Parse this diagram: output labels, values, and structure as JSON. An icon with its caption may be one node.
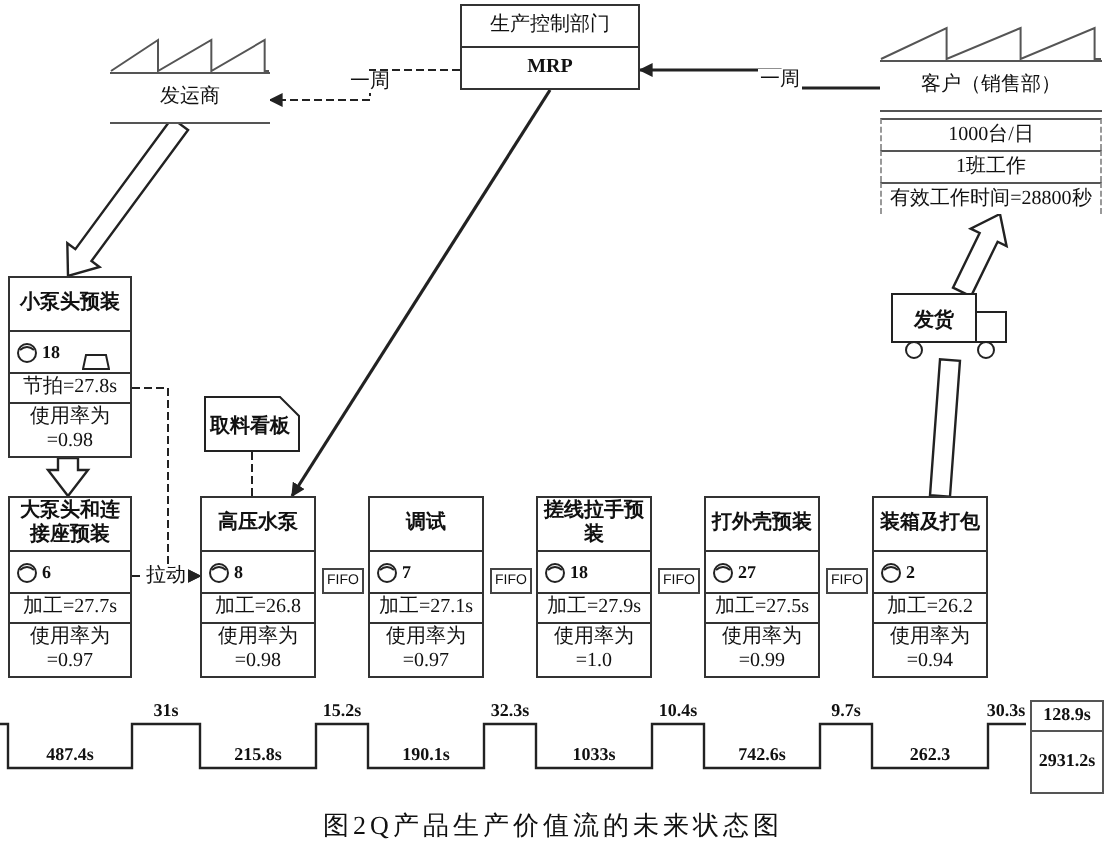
{
  "diagram": {
    "caption": "图2Q产品生产价值流的未来状态图",
    "nodes": [
      {
        "text": [
          "生产控制部门",
          "MRP"
        ]
      },
      {
        "text": [
          "发运商"
        ]
      },
      {
        "text": [
          "客户（销售部）",
          "1000台/日",
          "1班工作",
          "有效工作时间=28800秒"
        ]
      },
      {
        "text": [
          "发货"
        ]
      },
      {
        "text": [
          "小泵头预装",
          "18",
          "节拍=27.8s",
          "使用率为=0.98"
        ]
      },
      {
        "text": [
          "取料看板"
        ]
      },
      {
        "text": [
          "大泵头和连接座预装",
          "6",
          "加工=27.7s",
          "使用率为=0.97"
        ]
      },
      {
        "text": [
          "高压水泵",
          "8",
          "加工=26.8",
          "使用率为=0.98"
        ]
      },
      {
        "text": [
          "FIFO"
        ]
      },
      {
        "text": [
          "调试",
          "7",
          "加工=27.1s",
          "使用率为=0.97"
        ]
      },
      {
        "text": [
          "FIFO"
        ]
      },
      {
        "text": [
          "搓线拉手预装",
          "18",
          "加工=27.9s",
          "使用率为=1.0"
        ]
      },
      {
        "text": [
          "FIFO"
        ]
      },
      {
        "text": [
          "打外壳预装",
          "27",
          "加工=27.5s",
          "使用率为=0.99"
        ]
      },
      {
        "text": [
          "FIFO"
        ]
      },
      {
        "text": [
          "装箱及打包",
          "2",
          "加工=26.2",
          "使用率为=0.94"
        ]
      }
    ],
    "edges": [
      {
        "from": 2,
        "to": 0,
        "arrow": "to",
        "label": "一周"
      },
      {
        "from": 0,
        "to": 1,
        "arrow": "to",
        "label": "一周",
        "style": "dashed"
      },
      {
        "from": 0,
        "to": 7,
        "arrow": "to"
      },
      {
        "from": 1,
        "to": 4,
        "arrow": "to",
        "style": "thick"
      },
      {
        "from": 4,
        "to": 6,
        "arrow": "to",
        "style": "thick"
      },
      {
        "from": 4,
        "to": 7,
        "arrow": "to",
        "style": "dashed"
      },
      {
        "from": 6,
        "to": 7,
        "arrow": "to",
        "style": "dashed",
        "label": "拉动"
      },
      {
        "from": 5,
        "to": 7,
        "arrow": "none",
        "style": "dashed"
      },
      {
        "from": 15,
        "to": 3,
        "arrow": "none",
        "style": "thick"
      },
      {
        "from": 3,
        "to": 2,
        "arrow": "to",
        "style": "thick"
      }
    ],
    "labels": [
      "487.4s",
      "31s",
      "215.8s",
      "15.2s",
      "190.1s",
      "32.3s",
      "1033s",
      "10.4s",
      "742.6s",
      "9.7s",
      "262.3",
      "30.3s",
      "128.9s",
      "2931.2s"
    ]
  }
}
